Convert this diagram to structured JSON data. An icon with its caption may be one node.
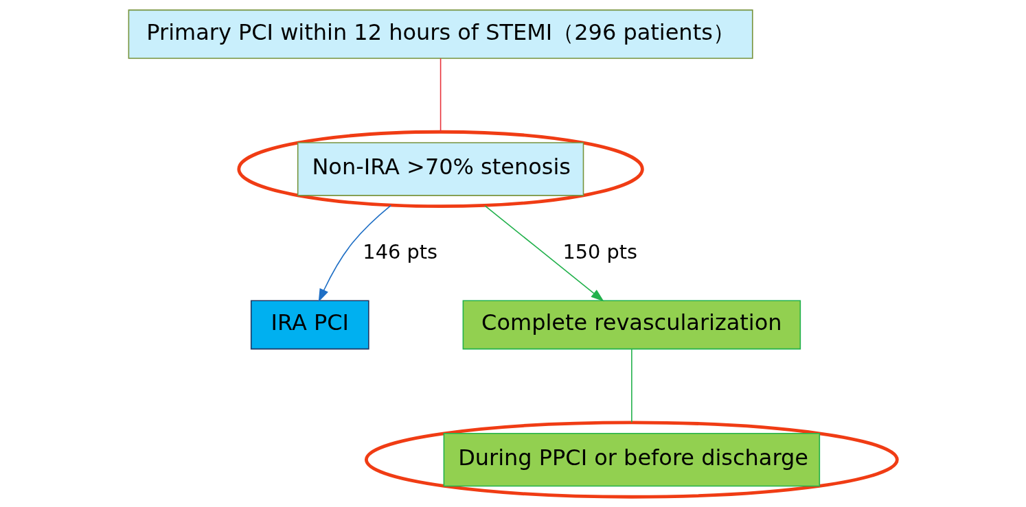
{
  "diagram": {
    "nodes": [
      {
        "text": [
          "Primary PCI within 12 hours of STEMI（296 patients）"
        ]
      },
      {
        "text": [
          "Non-IRA >70% stenosis"
        ]
      },
      {
        "text": [
          "IRA PCI"
        ]
      },
      {
        "text": [
          "Complete revascularization"
        ]
      },
      {
        "text": [
          "During PPCI or before discharge"
        ]
      }
    ],
    "edges": [
      {
        "from": 0,
        "to": 1,
        "arrow": "none",
        "color": "#e8333a"
      },
      {
        "from": 1,
        "to": 2,
        "arrow": "to",
        "label": "146 pts",
        "color": "#1f6fc5"
      },
      {
        "from": 1,
        "to": 3,
        "arrow": "to",
        "label": "150 pts",
        "color": "#22b14c"
      },
      {
        "from": 3,
        "to": 4,
        "arrow": "none",
        "color": "#22b14c"
      }
    ]
  }
}
